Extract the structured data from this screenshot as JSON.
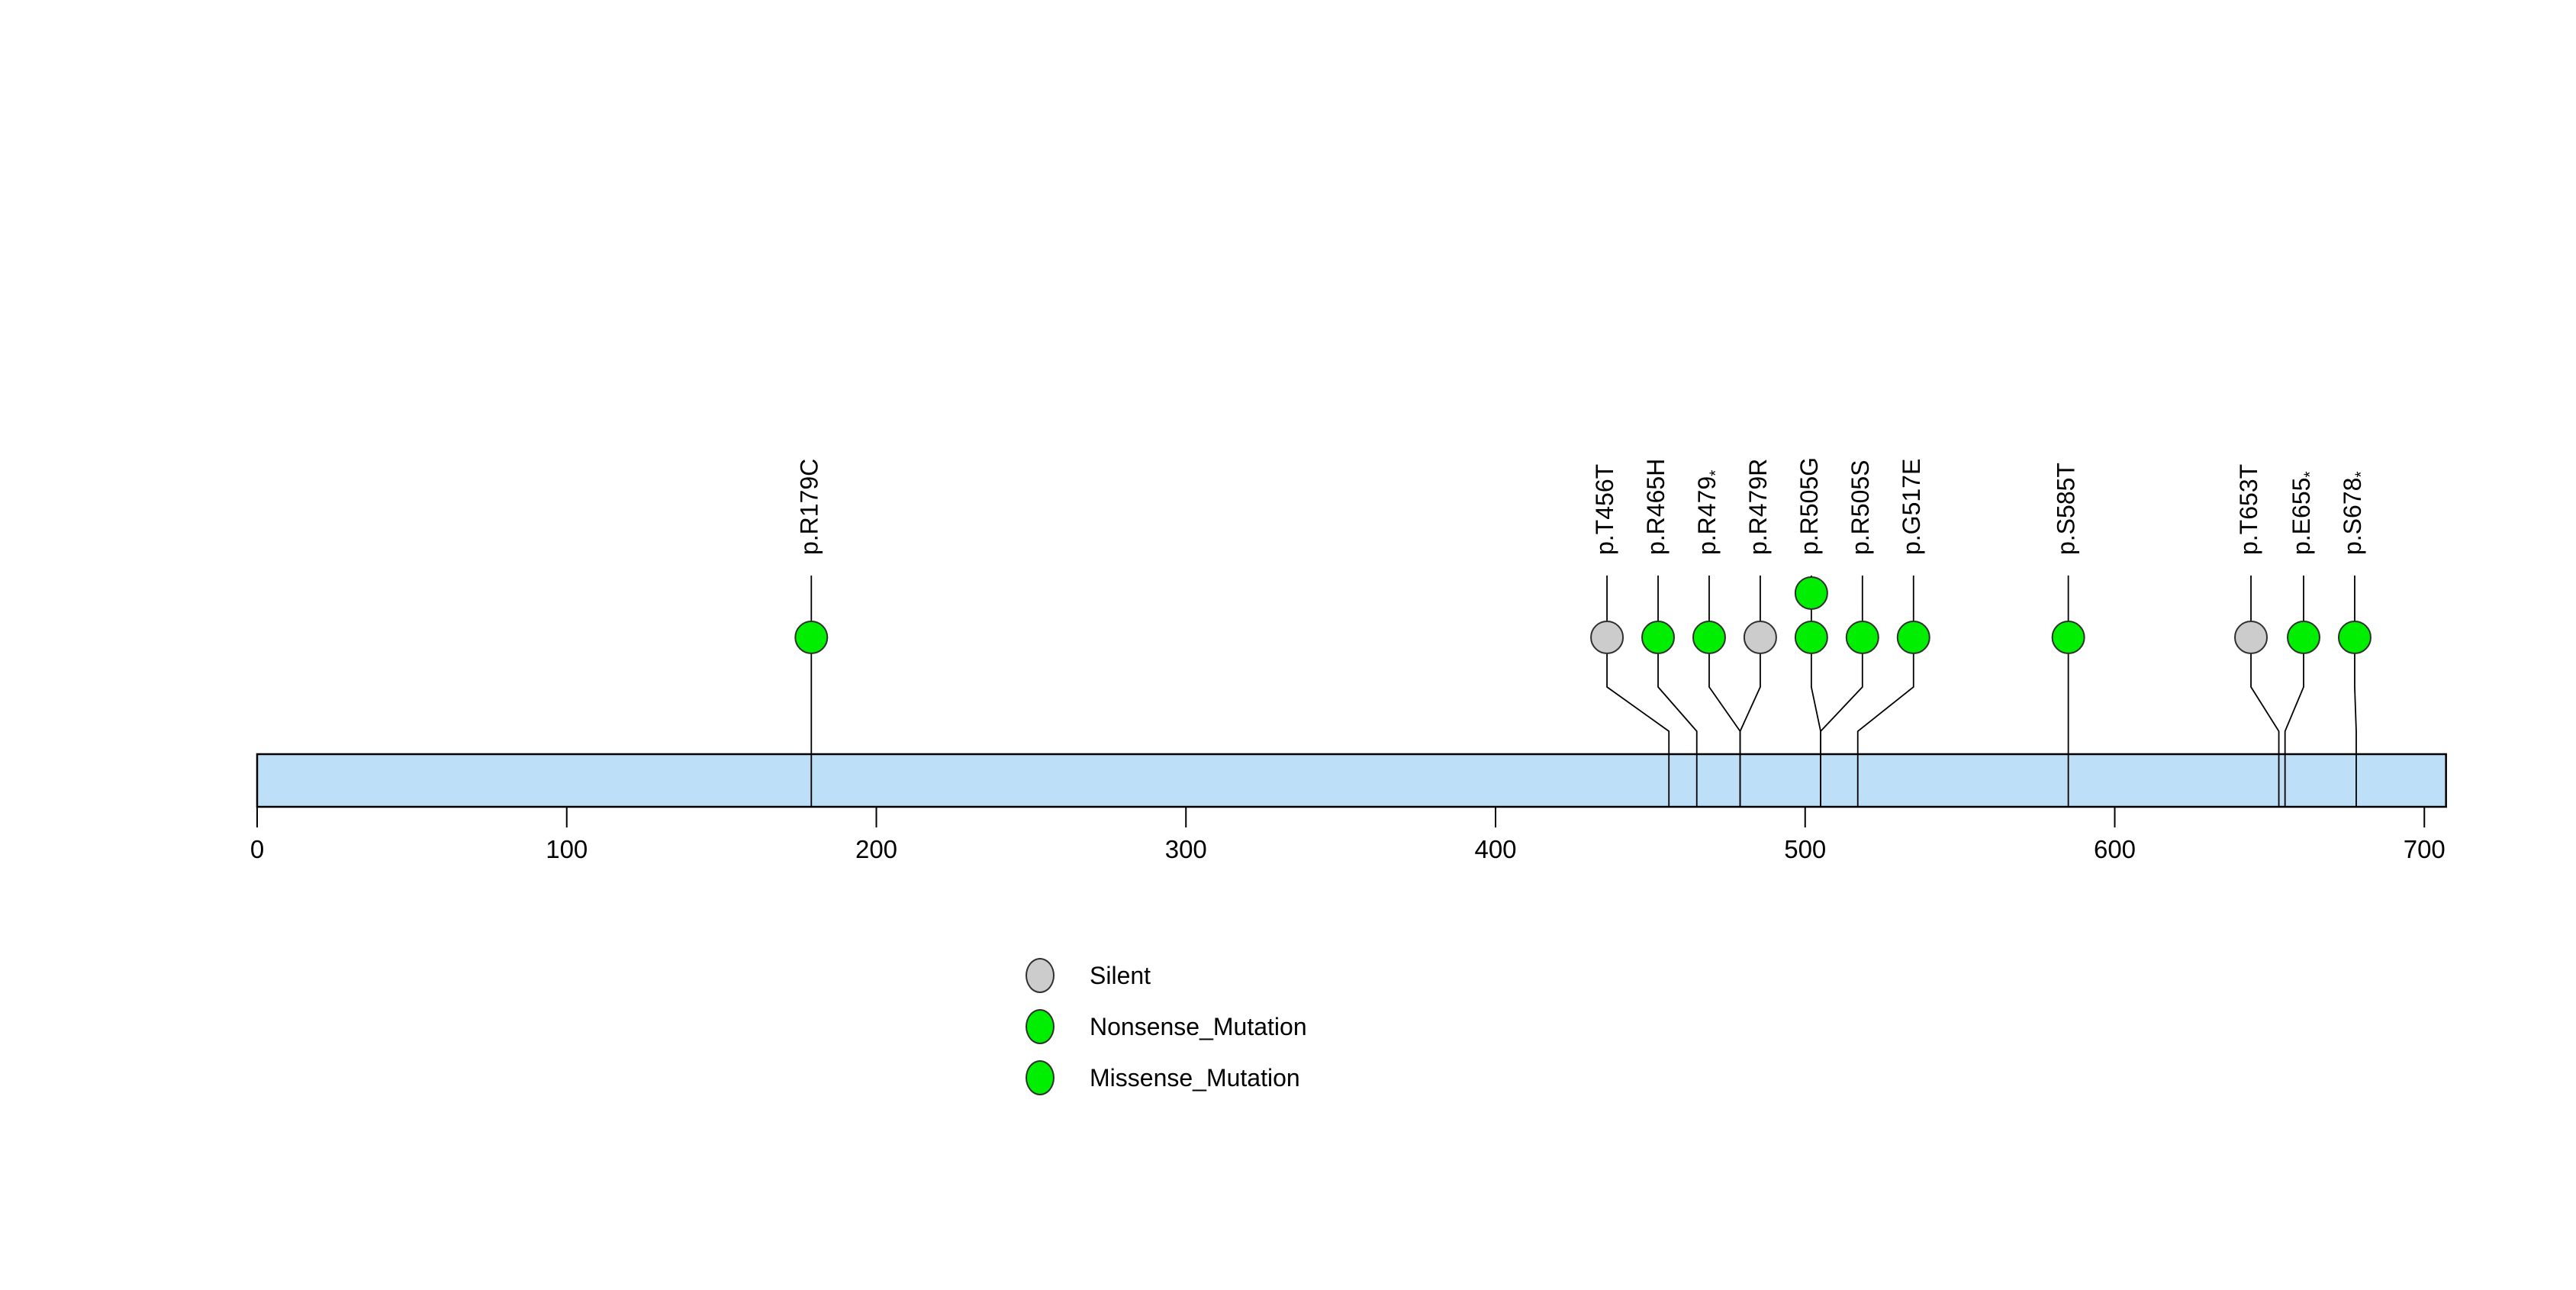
{
  "chart_data": {
    "type": "lollipop",
    "title": "",
    "xlabel": "",
    "ylabel": "",
    "xlim": [
      0,
      707
    ],
    "x_ticks": [
      0,
      100,
      200,
      300,
      400,
      500,
      600,
      700
    ],
    "grid": false,
    "legend_position": "bottom-left",
    "protein_bar": {
      "aa_start": 0,
      "aa_end": 707,
      "fill": "#BDDFF7",
      "stroke": "#000000"
    },
    "mutation_colors": {
      "Silent": "#CCCCCC",
      "Nonsense_Mutation": "#00EE00",
      "Missense_Mutation": "#00EE00"
    },
    "mutations": [
      {
        "label": "p.R179C",
        "pos": 179,
        "label_pos": 179,
        "type": "Missense_Mutation",
        "count": 1
      },
      {
        "label": "p.T456T",
        "pos": 456,
        "label_pos": 436,
        "type": "Silent",
        "count": 1
      },
      {
        "label": "p.R465H",
        "pos": 465,
        "label_pos": 452.5,
        "type": "Missense_Mutation",
        "count": 1
      },
      {
        "label": "p.R479*",
        "pos": 479,
        "label_pos": 469,
        "type": "Nonsense_Mutation",
        "count": 1
      },
      {
        "label": "p.R479R",
        "pos": 479,
        "label_pos": 485.5,
        "type": "Silent",
        "count": 1
      },
      {
        "label": "p.R505G",
        "pos": 505,
        "label_pos": 502,
        "type": "Missense_Mutation",
        "count": 2
      },
      {
        "label": "p.R505S",
        "pos": 505,
        "label_pos": 518.5,
        "type": "Missense_Mutation",
        "count": 1
      },
      {
        "label": "p.G517E",
        "pos": 517,
        "label_pos": 535,
        "type": "Missense_Mutation",
        "count": 1
      },
      {
        "label": "p.S585T",
        "pos": 585,
        "label_pos": 585,
        "type": "Missense_Mutation",
        "count": 1
      },
      {
        "label": "p.T653T",
        "pos": 653,
        "label_pos": 644,
        "type": "Silent",
        "count": 1
      },
      {
        "label": "p.E655*",
        "pos": 655,
        "label_pos": 661,
        "type": "Nonsense_Mutation",
        "count": 1
      },
      {
        "label": "p.S678*",
        "pos": 678,
        "label_pos": 677.5,
        "type": "Nonsense_Mutation",
        "count": 1
      }
    ],
    "legend": [
      {
        "label": "Silent",
        "color": "#CCCCCC"
      },
      {
        "label": "Nonsense_Mutation",
        "color": "#00EE00"
      },
      {
        "label": "Missense_Mutation",
        "color": "#00EE00"
      }
    ]
  }
}
